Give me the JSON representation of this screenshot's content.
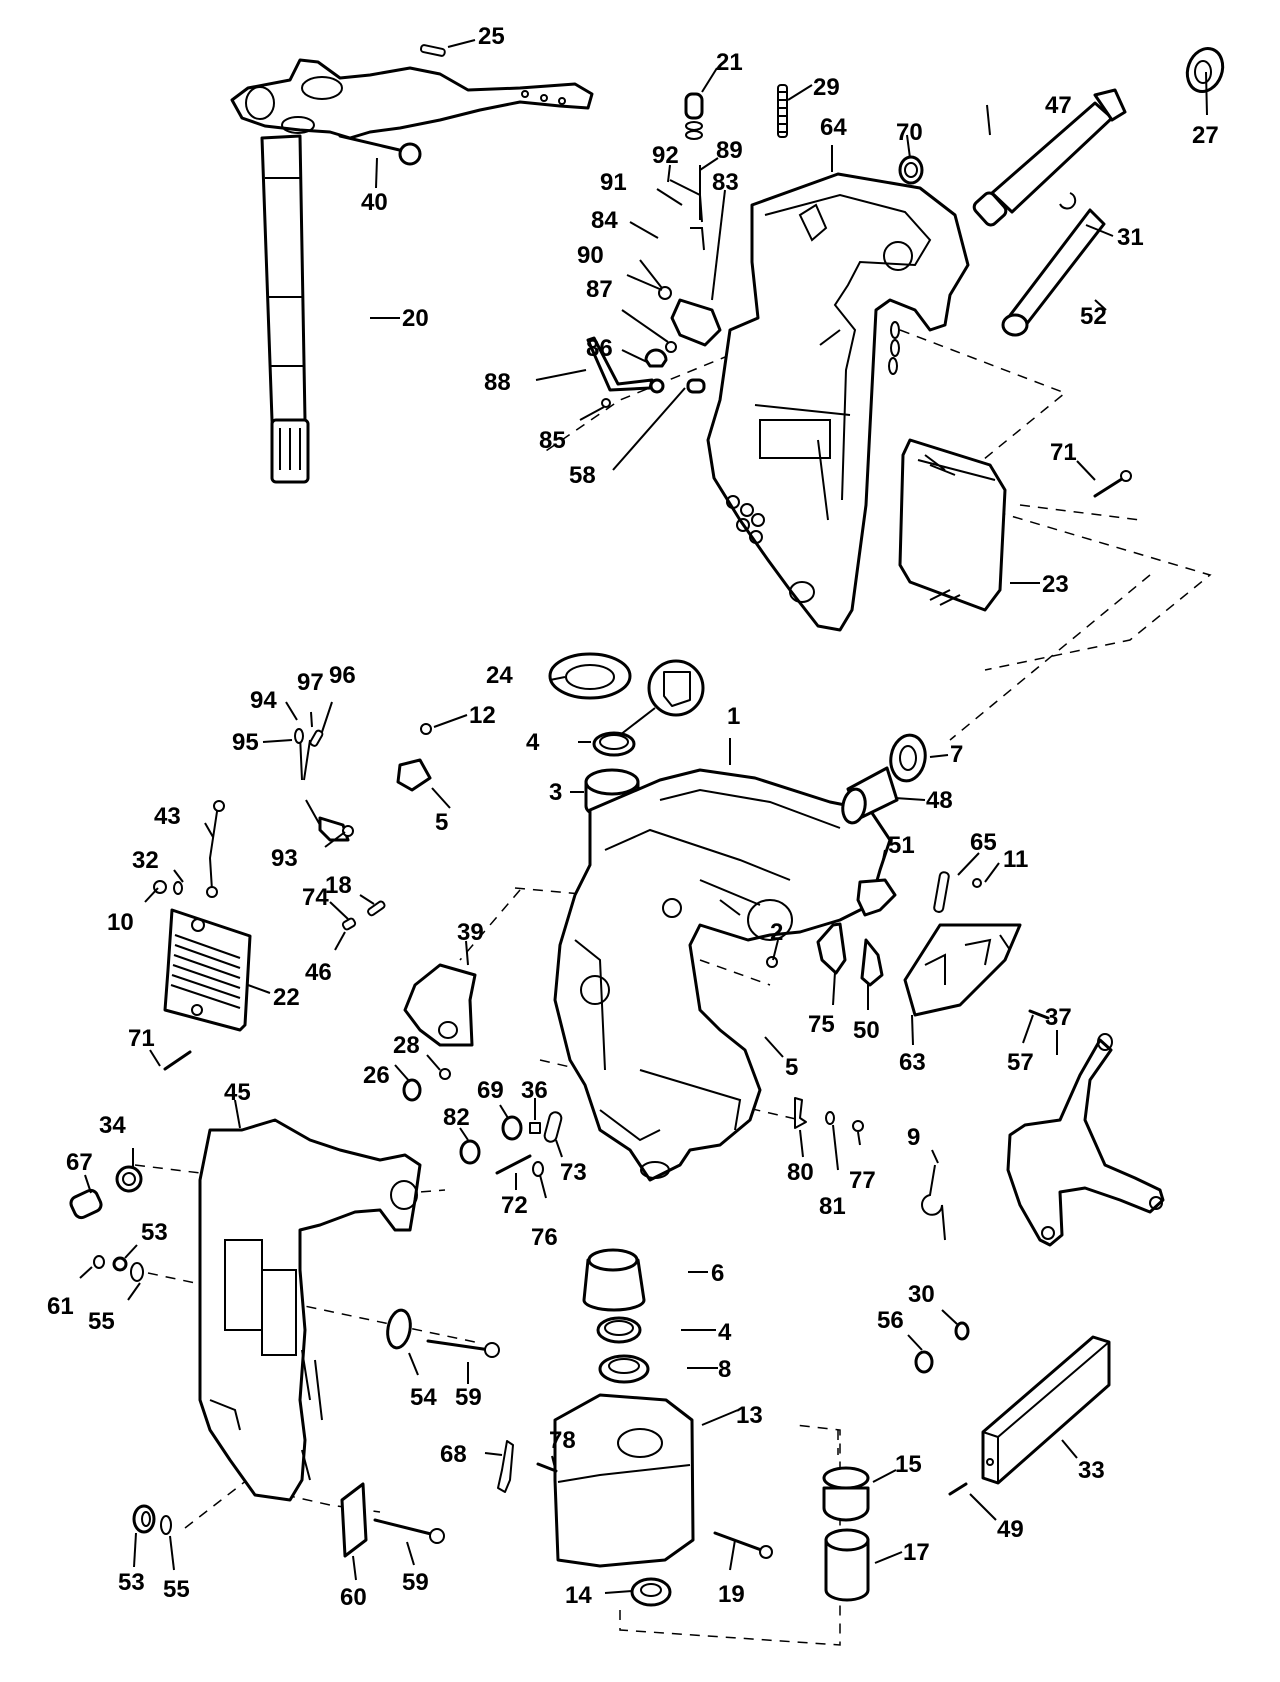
{
  "diagram": {
    "title": "Swivel bracket / stern bracket exploded parts view",
    "line_color": "#000000",
    "background": "#ffffff",
    "callouts": [
      {
        "id": "25",
        "label": "25"
      },
      {
        "id": "21",
        "label": "21"
      },
      {
        "id": "29",
        "label": "29"
      },
      {
        "id": "47",
        "label": "47"
      },
      {
        "id": "27",
        "label": "27"
      },
      {
        "id": "64",
        "label": "64"
      },
      {
        "id": "70",
        "label": "70"
      },
      {
        "id": "92",
        "label": "92"
      },
      {
        "id": "89",
        "label": "89"
      },
      {
        "id": "91",
        "label": "91"
      },
      {
        "id": "83",
        "label": "83"
      },
      {
        "id": "40",
        "label": "40"
      },
      {
        "id": "84",
        "label": "84"
      },
      {
        "id": "31",
        "label": "31"
      },
      {
        "id": "90",
        "label": "90"
      },
      {
        "id": "87",
        "label": "87"
      },
      {
        "id": "20",
        "label": "20"
      },
      {
        "id": "52",
        "label": "52"
      },
      {
        "id": "86",
        "label": "86"
      },
      {
        "id": "88",
        "label": "88"
      },
      {
        "id": "85",
        "label": "85"
      },
      {
        "id": "58",
        "label": "58"
      },
      {
        "id": "71a",
        "label": "71"
      },
      {
        "id": "23",
        "label": "23"
      },
      {
        "id": "24",
        "label": "24"
      },
      {
        "id": "94",
        "label": "94"
      },
      {
        "id": "97",
        "label": "97"
      },
      {
        "id": "96",
        "label": "96"
      },
      {
        "id": "12",
        "label": "12"
      },
      {
        "id": "95",
        "label": "95"
      },
      {
        "id": "4a",
        "label": "4"
      },
      {
        "id": "1",
        "label": "1"
      },
      {
        "id": "7",
        "label": "7"
      },
      {
        "id": "3",
        "label": "3"
      },
      {
        "id": "48",
        "label": "48"
      },
      {
        "id": "5a",
        "label": "5"
      },
      {
        "id": "43",
        "label": "43"
      },
      {
        "id": "93",
        "label": "93"
      },
      {
        "id": "51",
        "label": "51"
      },
      {
        "id": "65",
        "label": "65"
      },
      {
        "id": "11",
        "label": "11"
      },
      {
        "id": "32",
        "label": "32"
      },
      {
        "id": "18",
        "label": "18"
      },
      {
        "id": "74",
        "label": "74"
      },
      {
        "id": "10",
        "label": "10"
      },
      {
        "id": "2",
        "label": "2"
      },
      {
        "id": "39",
        "label": "39"
      },
      {
        "id": "46",
        "label": "46"
      },
      {
        "id": "22",
        "label": "22"
      },
      {
        "id": "75",
        "label": "75"
      },
      {
        "id": "50",
        "label": "50"
      },
      {
        "id": "5b",
        "label": "5"
      },
      {
        "id": "37",
        "label": "37"
      },
      {
        "id": "28",
        "label": "28"
      },
      {
        "id": "63",
        "label": "63"
      },
      {
        "id": "57",
        "label": "57"
      },
      {
        "id": "71b",
        "label": "71"
      },
      {
        "id": "45",
        "label": "45"
      },
      {
        "id": "26",
        "label": "26"
      },
      {
        "id": "69",
        "label": "69"
      },
      {
        "id": "36",
        "label": "36"
      },
      {
        "id": "34",
        "label": "34"
      },
      {
        "id": "82",
        "label": "82"
      },
      {
        "id": "9",
        "label": "9"
      },
      {
        "id": "67",
        "label": "67"
      },
      {
        "id": "73",
        "label": "73"
      },
      {
        "id": "80",
        "label": "80"
      },
      {
        "id": "77",
        "label": "77"
      },
      {
        "id": "72",
        "label": "72"
      },
      {
        "id": "81",
        "label": "81"
      },
      {
        "id": "76",
        "label": "76"
      },
      {
        "id": "53a",
        "label": "53"
      },
      {
        "id": "6",
        "label": "6"
      },
      {
        "id": "61",
        "label": "61"
      },
      {
        "id": "55a",
        "label": "55"
      },
      {
        "id": "30",
        "label": "30"
      },
      {
        "id": "4b",
        "label": "4"
      },
      {
        "id": "56",
        "label": "56"
      },
      {
        "id": "8",
        "label": "8"
      },
      {
        "id": "54",
        "label": "54"
      },
      {
        "id": "59a",
        "label": "59"
      },
      {
        "id": "13",
        "label": "13"
      },
      {
        "id": "78",
        "label": "78"
      },
      {
        "id": "68",
        "label": "68"
      },
      {
        "id": "15",
        "label": "15"
      },
      {
        "id": "33",
        "label": "33"
      },
      {
        "id": "49",
        "label": "49"
      },
      {
        "id": "17",
        "label": "17"
      },
      {
        "id": "53b",
        "label": "53"
      },
      {
        "id": "55b",
        "label": "55"
      },
      {
        "id": "60",
        "label": "60"
      },
      {
        "id": "59b",
        "label": "59"
      },
      {
        "id": "14",
        "label": "14"
      },
      {
        "id": "19",
        "label": "19"
      }
    ]
  }
}
